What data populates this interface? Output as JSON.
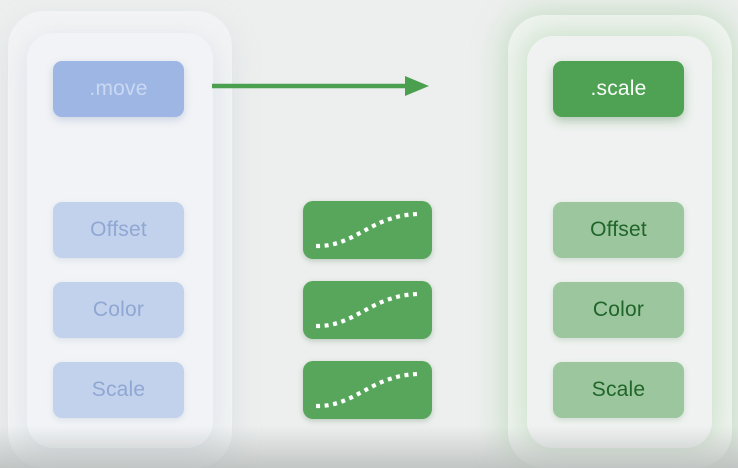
{
  "colors": {
    "background": "#EDEFEE",
    "left_panel_bg": "#F1F3F6",
    "right_panel_bg": "#EFF2F0",
    "blue_button_bg": "#9DB6E4",
    "blue_button_text": "#CAD8F1",
    "blue_item_bg": "#C3D2EC",
    "blue_item_text": "#8FA7D3",
    "green_button_bg": "#4FA254",
    "green_button_text": "#FAFCFA",
    "green_item_bg": "#9CC69D",
    "green_item_text": "#20652A",
    "curve_box_bg": "#57A65B",
    "curve_dot": "#FFFFFF",
    "arrow": "#4BA04F"
  },
  "left_panel": {
    "header_label": ".move",
    "items": [
      {
        "label": "Offset"
      },
      {
        "label": "Color"
      },
      {
        "label": "Scale"
      }
    ]
  },
  "right_panel": {
    "header_label": ".scale",
    "items": [
      {
        "label": "Offset"
      },
      {
        "label": "Color"
      },
      {
        "label": "Scale"
      }
    ]
  },
  "middle": {
    "curve_icon": "ease-in-out-curve-icon",
    "curve_count": 3
  },
  "arrow": {
    "icon": "right-arrow-icon"
  }
}
